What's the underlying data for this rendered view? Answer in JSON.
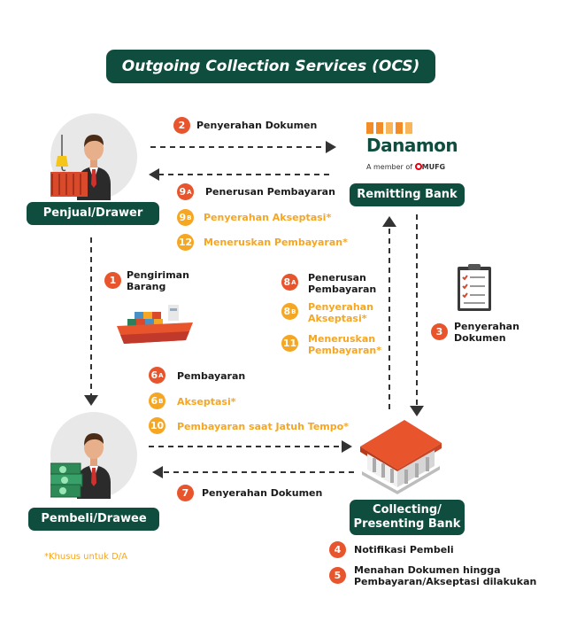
{
  "title": "Outgoing Collection Services (OCS)",
  "parties": {
    "seller": "Penjual/Drawer",
    "remitting": "Remitting Bank",
    "buyer": "Pembeli/Drawee",
    "collecting": "Collecting/\nPresenting Bank"
  },
  "logo": {
    "name": "Danamon",
    "member": "A member of",
    "mufg": "MUFG"
  },
  "steps": {
    "s2": {
      "num": "2",
      "label": "Penyerahan Dokumen"
    },
    "s9a": {
      "num": "9",
      "sup": "A",
      "label": "Penerusan Pembayaran"
    },
    "s9b": {
      "num": "9",
      "sup": "B",
      "label": "Penyerahan Akseptasi*"
    },
    "s12": {
      "num": "12",
      "label": "Meneruskan Pembayaran*"
    },
    "s1": {
      "num": "1",
      "label": "Pengiriman\nBarang"
    },
    "s8a": {
      "num": "8",
      "sup": "A",
      "label": "Penerusan\nPembayaran"
    },
    "s8b": {
      "num": "8",
      "sup": "B",
      "label": "Penyerahan\nAkseptasi*"
    },
    "s11": {
      "num": "11",
      "label": "Meneruskan\nPembayaran*"
    },
    "s3": {
      "num": "3",
      "label": "Penyerahan\nDokumen"
    },
    "s6a": {
      "num": "6",
      "sup": "A",
      "label": "Pembayaran"
    },
    "s6b": {
      "num": "6",
      "sup": "B",
      "label": "Akseptasi*"
    },
    "s10": {
      "num": "10",
      "label": "Pembayaran saat Jatuh Tempo*"
    },
    "s7": {
      "num": "7",
      "label": "Penyerahan Dokumen"
    },
    "s4": {
      "num": "4",
      "label": "Notifikasi Pembeli"
    },
    "s5": {
      "num": "5",
      "label": "Menahan Dokumen hingga\nPembayaran/Akseptasi dilakukan"
    }
  },
  "note": "*Khusus untuk D/A",
  "colors": {
    "dark_green": "#0f4d3e",
    "red": "#e8542c",
    "yellow": "#f5a623",
    "danamon_orange": "#f28c28",
    "mufg_red": "#e60012"
  }
}
